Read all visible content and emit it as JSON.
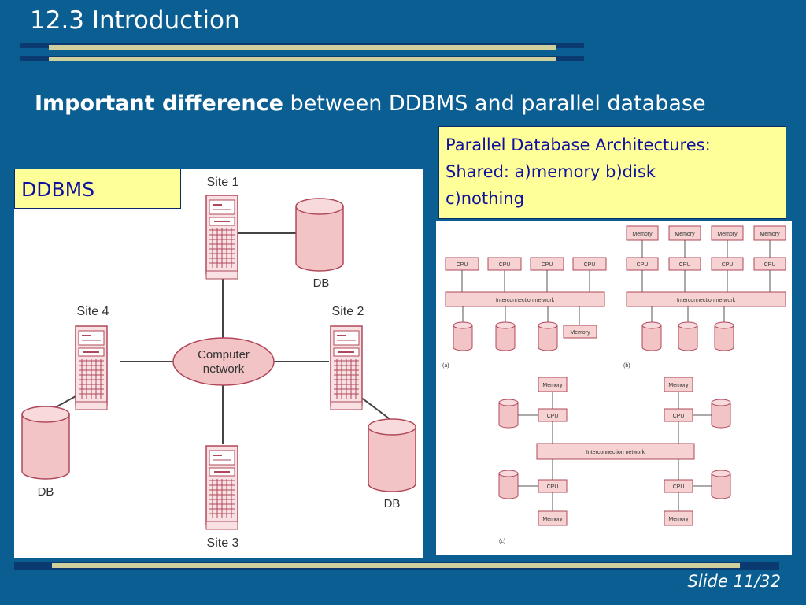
{
  "slide_title": "12.3 Introduction",
  "heading": {
    "bold": "Important difference",
    "rest": " between DDBMS and parallel database"
  },
  "ddbms_label": "DDBMS",
  "parallel_box": {
    "line1": "Parallel Database Architectures:",
    "line2": "Shared: a)memory b)disk",
    "line3": "c)nothing"
  },
  "ddbms_diagram": {
    "sites": [
      "Site 1",
      "Site 2",
      "Site 3",
      "Site 4"
    ],
    "db": "DB",
    "network": [
      "Computer",
      "network"
    ]
  },
  "parallel_diagram": {
    "cpu": "CPU",
    "memory": "Memory",
    "interconnect": "Interconnection network",
    "labels": [
      "(a)",
      "(b)",
      "(c)"
    ]
  },
  "slide_number": "Slide 11/32",
  "colors": {
    "background": "#0b5e92",
    "accent_bar": "#cfd09e",
    "dark_bar": "#0a3a70",
    "label_box": "#ffff99",
    "diagram_fill": "#f6d2d2",
    "diagram_stroke": "#b0485a"
  }
}
